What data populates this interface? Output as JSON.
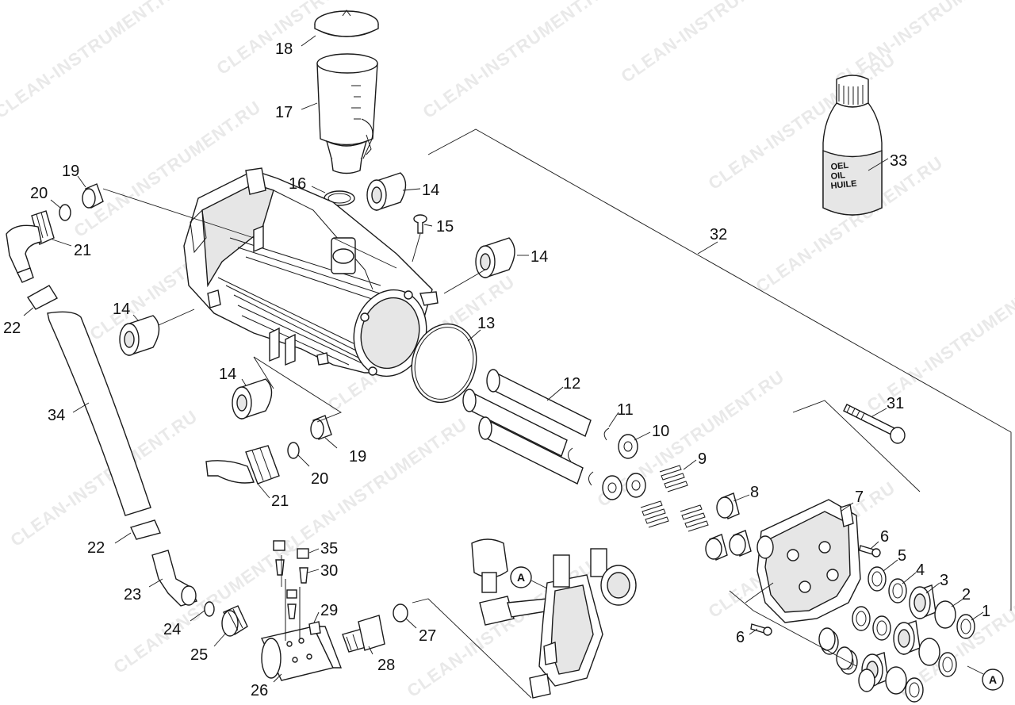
{
  "watermark": "CLEAN-INSTRUMENT.RU",
  "bottle_text": [
    "OEL",
    "OIL",
    "HUILE"
  ],
  "reference_marker": "A",
  "callouts": {
    "c1": "1",
    "c2": "2",
    "c3": "3",
    "c4": "4",
    "c5": "5",
    "c6a": "6",
    "c6b": "6",
    "c7": "7",
    "c8": "8",
    "c9": "9",
    "c10": "10",
    "c11": "11",
    "c12": "12",
    "c13": "13",
    "c14a": "14",
    "c14b": "14",
    "c14c": "14",
    "c14d": "14",
    "c15": "15",
    "c16": "16",
    "c17": "17",
    "c18": "18",
    "c19a": "19",
    "c19b": "19",
    "c20a": "20",
    "c20b": "20",
    "c21a": "21",
    "c21b": "21",
    "c22a": "22",
    "c22b": "22",
    "c23": "23",
    "c24": "24",
    "c25": "25",
    "c26": "26",
    "c27": "27",
    "c28": "28",
    "c29": "29",
    "c30": "30",
    "c31": "31",
    "c32": "32",
    "c33": "33",
    "c34": "34",
    "c35": "35"
  }
}
